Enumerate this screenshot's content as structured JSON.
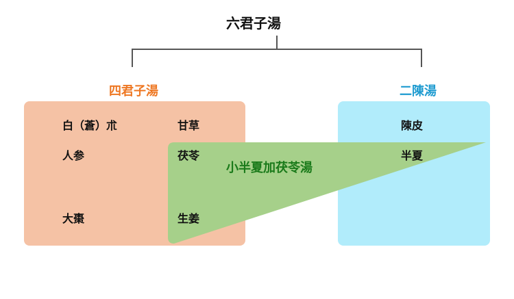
{
  "diagram": {
    "root_label": "六君子湯",
    "left_group": {
      "label": "四君子湯",
      "color": "#ee7722",
      "fill": "#f5c2a5"
    },
    "right_group": {
      "label": "二陳湯",
      "color": "#1e9bd0",
      "fill": "#b1ecfb"
    },
    "herbs": {
      "byakujutsu": "白（蒼）朮",
      "kanzo": "甘草",
      "ninjin": "人参",
      "bukuryo": "茯苓",
      "taiso": "大棗",
      "shokyo": "生姜",
      "chinpi": "陳皮",
      "hange": "半夏"
    },
    "overlap": {
      "label": "小半夏加茯苓湯",
      "color": "#1a7a1a",
      "fill": "#a6d08a"
    },
    "line_color": "#555555"
  }
}
